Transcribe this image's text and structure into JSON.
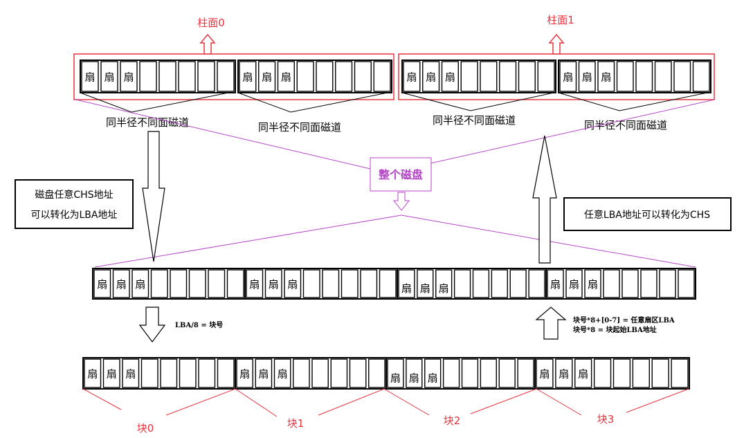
{
  "cylinders": [
    {
      "label": "柱面0"
    },
    {
      "label": "柱面1"
    }
  ],
  "sector_label": "扇",
  "track_label": "同半径不同面磁道",
  "whole_disk_label": "整个磁盘",
  "chs_to_lba_lines": [
    "磁盘任意CHS地址",
    "可以转化为LBA地址"
  ],
  "lba_to_chs_label": "任意LBA地址可以转化为CHS",
  "lba_div_label": "LBA/8 = 块号",
  "block_formula_lines": [
    "块号*8+[0-7] = 任意扇区LBA",
    "块号*8 = 块起始LBA地址"
  ],
  "blocks": [
    {
      "label": "块0"
    },
    {
      "label": "块1"
    },
    {
      "label": "块2"
    },
    {
      "label": "块3"
    }
  ],
  "colors": {
    "cylinder_red": "#e8323c",
    "whole_disk_purple": "#b545c8",
    "block_red": "#e8323c",
    "ink": "#000000"
  }
}
